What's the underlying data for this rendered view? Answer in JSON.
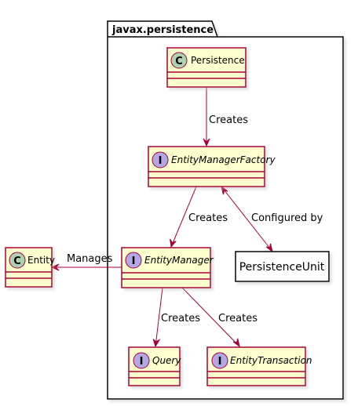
{
  "package": {
    "title": "javax.persistence"
  },
  "nodes": {
    "persistence": {
      "name": "Persistence",
      "kind": "C"
    },
    "emf": {
      "name": "EntityManagerFactory",
      "kind": "I"
    },
    "em": {
      "name": "EntityManager",
      "kind": "I"
    },
    "pu": {
      "name": "PersistenceUnit"
    },
    "query": {
      "name": "Query",
      "kind": "I"
    },
    "et": {
      "name": "EntityTransaction",
      "kind": "I"
    },
    "entity": {
      "name": "Entity",
      "kind": "C"
    }
  },
  "edges": {
    "persistence_emf": "Creates",
    "emf_em": "Creates",
    "emf_pu": "Configured by",
    "em_entity": "Manages",
    "em_query": "Creates",
    "em_et": "Creates"
  },
  "colors": {
    "class_fill": "#FEFECE",
    "class_border": "#A80036",
    "edge": "#A80036",
    "circle_c": "#ADD1B2",
    "circle_i": "#B4A7E5"
  }
}
